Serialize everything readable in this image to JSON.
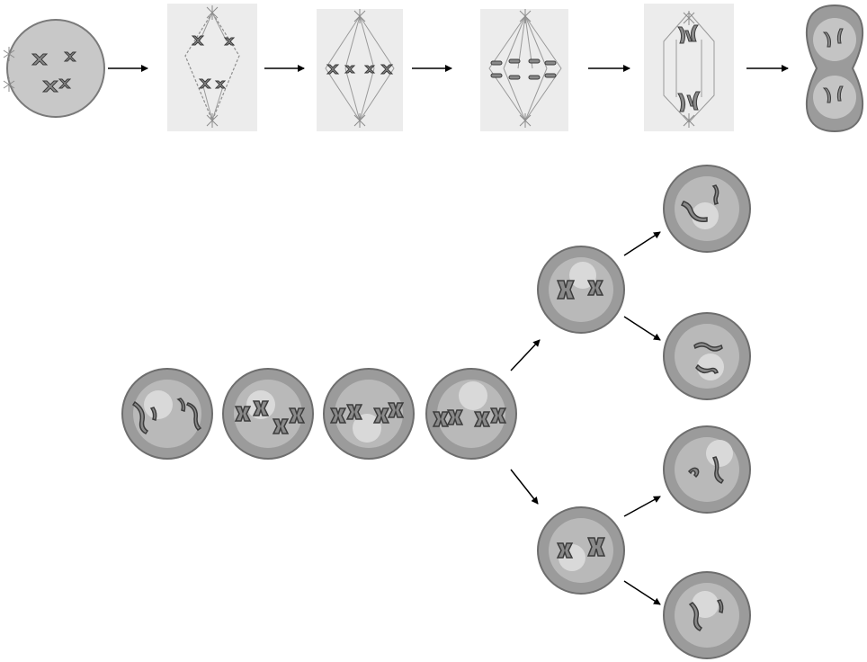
{
  "figure": {
    "description_text": "",
    "palette": {
      "background": "#ffffff",
      "cell_outer": "#9b9b9b",
      "cell_inner": "#b9b9b9",
      "nucleus": "#d9d9d9",
      "cytoplasm_light": "#c8c8c8",
      "chromosome_fill": "#8a8a8a",
      "chromosome_stroke": "#3c3c3c",
      "spindle": "#9a9a9a",
      "aster": "#8c8c8c",
      "arrow": "#000000"
    }
  },
  "mitosis": {
    "stages": [
      {
        "key": "interphase-prophase",
        "chromosome_count": 4
      },
      {
        "key": "prometaphase",
        "chromosome_count": 4
      },
      {
        "key": "metaphase",
        "chromosome_count": 4
      },
      {
        "key": "anaphase",
        "chromosome_count": 8
      },
      {
        "key": "telophase",
        "chromosome_count": 8
      },
      {
        "key": "cytokinesis",
        "chromosome_count": 8
      }
    ]
  },
  "meiosis": {
    "precursor_cells": 4,
    "secondary_cells": 2,
    "gametes": 4
  }
}
